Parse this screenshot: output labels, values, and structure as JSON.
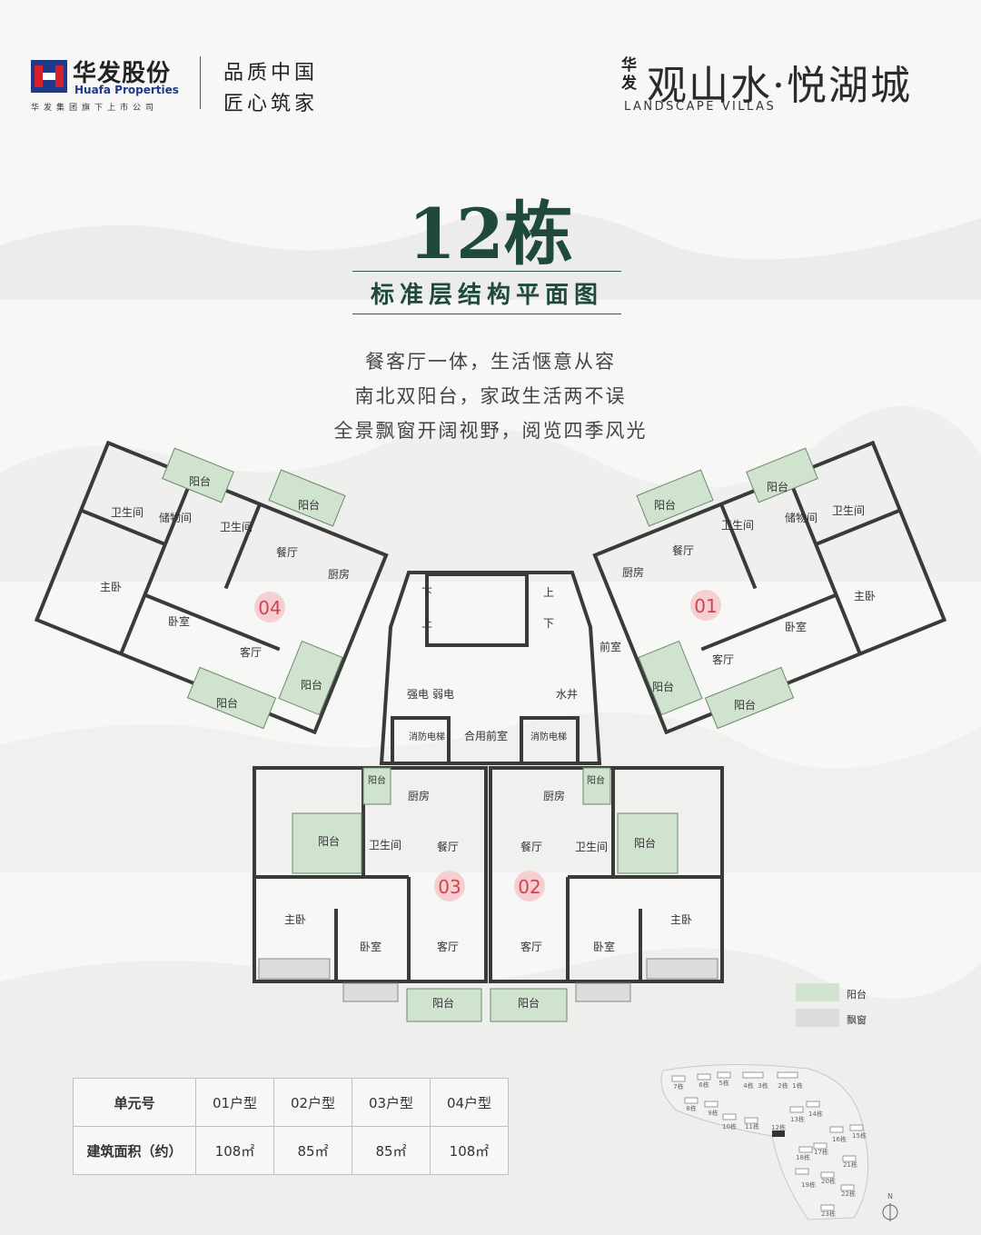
{
  "header": {
    "brand_cn": "华发股份",
    "brand_en": "Huafa Properties",
    "brand_sub": "华发集团旗下上市公司",
    "slogan_line1": "品质中国",
    "slogan_line2": "匠心筑家",
    "project_prefix": "华发",
    "project_name": "观山水·悦湖城",
    "project_en": "LANDSCAPE VILLAS"
  },
  "title": {
    "main": "12栋",
    "sub": "标准层结构平面图"
  },
  "features": [
    "餐客厅一体，生活惬意从容",
    "南北双阳台，家政生活两不误",
    "全景飘窗开阔视野，阅览四季风光"
  ],
  "plan": {
    "units": [
      "04",
      "01",
      "03",
      "02"
    ],
    "rooms": {
      "balcony": "阳台",
      "bathroom": "卫生间",
      "storage": "储物间",
      "dining": "餐厅",
      "kitchen": "厨房",
      "master": "主卧",
      "bedroom": "卧室",
      "living": "客厅",
      "foyer": "前室",
      "shared_foyer": "合用前室",
      "fire_elevator": "消防电梯",
      "strong_elec": "强电",
      "weak_elec": "弱电",
      "water_well": "水井",
      "stair_down": "下",
      "stair_up": "上"
    }
  },
  "legend": [
    {
      "label": "阳台",
      "color": "#cfe3cf"
    },
    {
      "label": "飘窗",
      "color": "#dcdcdc"
    }
  ],
  "table": {
    "header_label": "单元号",
    "row_label": "建筑面积（约）",
    "units": [
      "01户型",
      "02户型",
      "03户型",
      "04户型"
    ],
    "areas": [
      "108㎡",
      "85㎡",
      "85㎡",
      "108㎡"
    ]
  },
  "site_map": {
    "labels": [
      "7栋",
      "6栋",
      "5栋",
      "4栋",
      "3栋",
      "2栋",
      "1栋",
      "8栋",
      "9栋",
      "10栋",
      "11栋",
      "12栋",
      "13栋",
      "14栋",
      "15栋",
      "16栋",
      "17栋",
      "18栋",
      "19栋",
      "20栋",
      "21栋",
      "22栋",
      "23栋"
    ],
    "north": "N"
  },
  "colors": {
    "balcony": "#cfe3cf",
    "bay_window": "#dcdcdc",
    "wall": "#3a3a3a",
    "unit_label": "#d4424e",
    "title": "#1f4a3a"
  }
}
